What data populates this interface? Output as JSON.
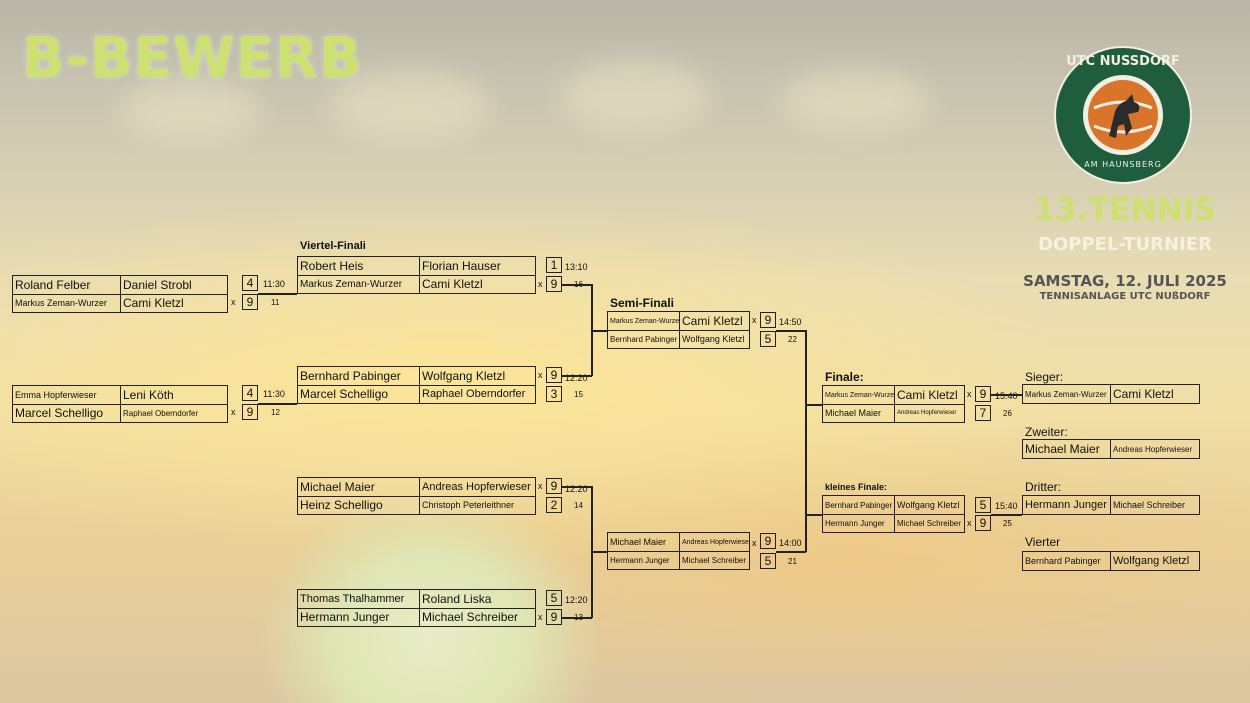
{
  "header": {
    "title": "B-BEWERB",
    "event_line1": "13.TENNIS",
    "event_line2": "DOPPEL-TURNIER",
    "date": "SAMSTAG, 12. JULI 2025",
    "venue": "TENNISANLAGE UTC NUßDORF"
  },
  "logo": {
    "top_text": "UTC NUSSDORF",
    "bottom_text": "AM HAUNSBERG"
  },
  "colors": {
    "title": "#cde072",
    "logo_green": "#1e5e3e",
    "logo_orange": "#d9742b"
  },
  "rounds": {
    "viertel": "Viertel-Finali",
    "semi": "Semi-Finali",
    "finale": "Finale:",
    "kleines": "kleines Finale:"
  },
  "results": {
    "sieger_label": "Sieger:",
    "zweiter_label": "Zweiter:",
    "dritter_label": "Dritter:",
    "vierter_label": "Vierter",
    "sieger": [
      "Markus Zeman-Wurzer",
      "Cami Kletzl"
    ],
    "zweiter": [
      "Michael Maier",
      "Andreas Hopferwieser"
    ],
    "dritter": [
      "Hermann Junger",
      "Michael Schreiber"
    ],
    "vierter": [
      "Bernhard Pabinger",
      "Wolfgang Kletzl"
    ]
  },
  "matches": {
    "r1a": {
      "p1a": "Roland Felber",
      "p1b": "Daniel Strobl",
      "s1": "4",
      "p2a": "Markus Zeman-Wurzer",
      "p2b": "Cami Kletzl",
      "s2": "9",
      "x": "x",
      "time": "11:30",
      "num": "11"
    },
    "r1b": {
      "p1a": "Emma Hopferwieser",
      "p1b": "Leni Köth",
      "s1": "4",
      "p2a": "Marcel Schelligo",
      "p2b": "Raphael Oberndorfer",
      "s2": "9",
      "x": "x",
      "time": "11:30",
      "num": "12"
    },
    "qf1": {
      "p1a": "Robert Heis",
      "p1b": "Florian Hauser",
      "s1": "1",
      "p2a": "Markus Zeman-Wurzer",
      "p2b": "Cami Kletzl",
      "s2": "9",
      "x": "x",
      "time": "13:10",
      "num": "16"
    },
    "qf2": {
      "p1a": "Bernhard Pabinger",
      "p1b": "Wolfgang Kletzl",
      "s1": "9",
      "p2a": "Marcel Schelligo",
      "p2b": "Raphael Oberndorfer",
      "s2": "3",
      "x": "x",
      "time": "12:20",
      "num": "15"
    },
    "qf3": {
      "p1a": "Michael Maier",
      "p1b": "Andreas Hopferwieser",
      "s1": "9",
      "p2a": "Heinz Schelligo",
      "p2b": "Christoph Peterleithner",
      "s2": "2",
      "x": "x",
      "time": "12:20",
      "num": "14"
    },
    "qf4": {
      "p1a": "Thomas Thalhammer",
      "p1b": "Roland Liska",
      "s1": "5",
      "p2a": "Hermann Junger",
      "p2b": "Michael Schreiber",
      "s2": "9",
      "x": "x",
      "time": "12:20",
      "num": "13"
    },
    "sf1": {
      "p1a": "Markus Zeman-Wurzer",
      "p1b": "Cami Kletzl",
      "s1": "9",
      "p2a": "Bernhard Pabinger",
      "p2b": "Wolfgang Kletzl",
      "s2": "5",
      "x": "x",
      "time": "14:50",
      "num": "22"
    },
    "sf2": {
      "p1a": "Michael Maier",
      "p1b": "Andreas Hopferwieser",
      "s1": "9",
      "p2a": "Hermann Junger",
      "p2b": "Michael Schreiber",
      "s2": "5",
      "x": "x",
      "time": "14:00",
      "num": "21"
    },
    "fin": {
      "p1a": "Markus Zeman-Wurzer",
      "p1b": "Cami Kletzl",
      "s1": "9",
      "p2a": "Michael Maier",
      "p2b": "Andreas Hopferwieser",
      "s2": "7",
      "x": "x",
      "time": "15:40",
      "num": "26"
    },
    "kf": {
      "p1a": "Bernhard Pabinger",
      "p1b": "Wolfgang Kletzl",
      "s1": "5",
      "p2a": "Hermann Junger",
      "p2b": "Michael Schreiber",
      "s2": "9",
      "x": "x",
      "time": "15:40",
      "num": "25"
    }
  }
}
